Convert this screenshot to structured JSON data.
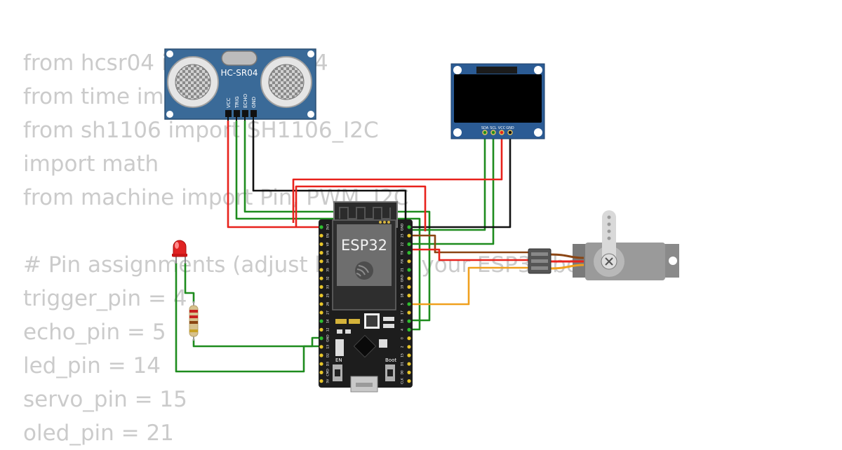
{
  "code_lines": [
    "from hcsr04 import HCSR04",
    "from time import sleep",
    "from sh1106 import SH1106_I2C",
    "import math",
    "from machine import Pin, PWM, I2C",
    "",
    "# Pin assignments (adjust based on your ESP32 board)",
    "trigger_pin = 4",
    "echo_pin = 5",
    "led_pin = 14",
    "servo_pin = 15",
    "oled_pin = 21"
  ],
  "ultrasonic": {
    "name": "HC-SR04",
    "pins": [
      "VCC",
      "TRIG",
      "ECHO",
      "GND"
    ]
  },
  "oled": {
    "pins": [
      "SDA",
      "SCL",
      "VCC",
      "GND"
    ]
  },
  "esp32": {
    "name": "ESP32",
    "left_pins": [
      "3V3",
      "EN",
      "VP",
      "VN",
      "34",
      "35",
      "32",
      "33",
      "25",
      "26",
      "27",
      "14",
      "12",
      "GND",
      "13",
      "D2",
      "D3",
      "CMD",
      "5V"
    ],
    "right_pins": [
      "GND",
      "23",
      "22",
      "TX",
      "RX",
      "21",
      "GND",
      "19",
      "18",
      "5",
      "17",
      "16",
      "4",
      "0",
      "2",
      "15",
      "D1",
      "D0",
      "CLK"
    ],
    "buttons": {
      "en": "EN",
      "boot": "Boot"
    }
  },
  "wire_colors": {
    "power": "#e8221c",
    "ground": "#111111",
    "signal": "#1e8c1e",
    "servo_signal": "#f0a01e",
    "servo_power": "#e8221c",
    "servo_ground": "#8b4513"
  }
}
